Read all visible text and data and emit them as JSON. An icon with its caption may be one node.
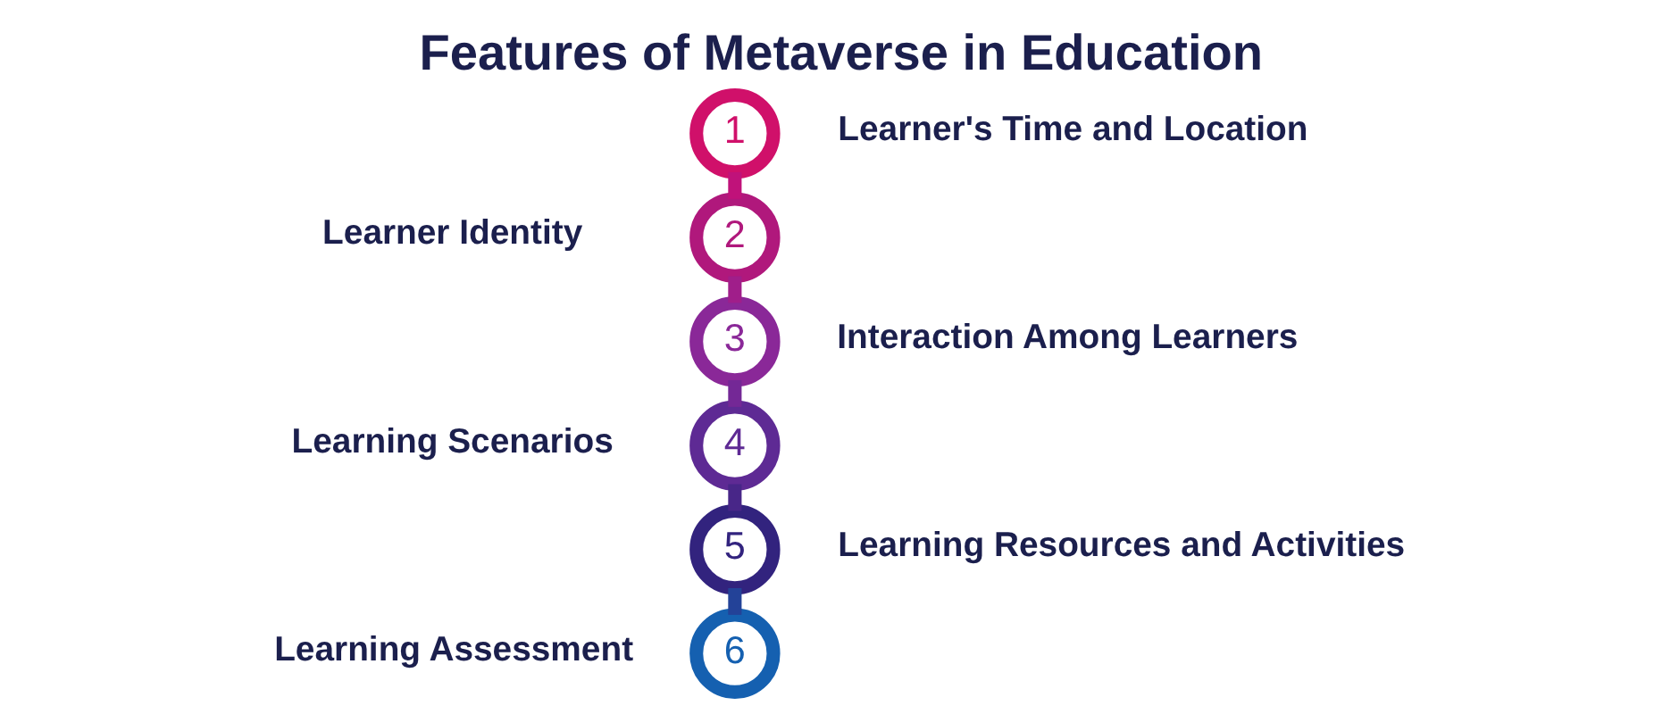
{
  "diagram": {
    "title": "Features of Metaverse in Education",
    "nodes": [
      {
        "text": [
          "1"
        ],
        "beside": [
          "Learner's Time and Location"
        ]
      },
      {
        "text": [
          "2"
        ],
        "beside": [
          "Learner Identity"
        ]
      },
      {
        "text": [
          "3"
        ],
        "beside": [
          "Interaction Among Learners"
        ]
      },
      {
        "text": [
          "4"
        ],
        "beside": [
          "Learning Scenarios"
        ]
      },
      {
        "text": [
          "5"
        ],
        "beside": [
          "Learning Resources and Activities"
        ]
      },
      {
        "text": [
          "6"
        ],
        "beside": [
          "Learning Assessment"
        ]
      }
    ],
    "edges": [
      {
        "from": 0,
        "to": 1,
        "arrow": "none",
        "color": "#c0127a"
      },
      {
        "from": 1,
        "to": 2,
        "arrow": "none",
        "color": "#a01e8a"
      },
      {
        "from": 2,
        "to": 3,
        "arrow": "none",
        "color": "#742896"
      },
      {
        "from": 3,
        "to": 4,
        "arrow": "none",
        "color": "#482688"
      },
      {
        "from": 4,
        "to": 5,
        "arrow": "none",
        "color": "#234298"
      }
    ]
  }
}
